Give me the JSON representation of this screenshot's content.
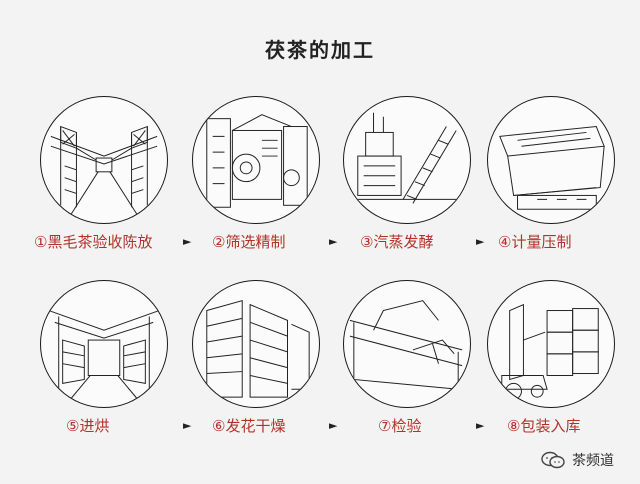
{
  "title": "茯茶的加工",
  "steps": [
    {
      "label": "①黑毛茶验收陈放",
      "icon": "factory-hall-icon"
    },
    {
      "label": "②筛选精制",
      "icon": "sieving-machine-icon"
    },
    {
      "label": "③汽蒸发酵",
      "icon": "steamer-conveyor-icon"
    },
    {
      "label": "④计量压制",
      "icon": "weighing-press-icon"
    },
    {
      "label": "⑤进烘",
      "icon": "drying-warehouse-icon"
    },
    {
      "label": "⑥发花干燥",
      "icon": "rack-drying-icon"
    },
    {
      "label": "⑦检验",
      "icon": "inspection-icon"
    },
    {
      "label": "⑧包装入库",
      "icon": "forklift-storage-icon"
    }
  ],
  "arrow_glyph": "►",
  "watermark": {
    "text": "茶频道",
    "icon": "wechat-icon"
  }
}
